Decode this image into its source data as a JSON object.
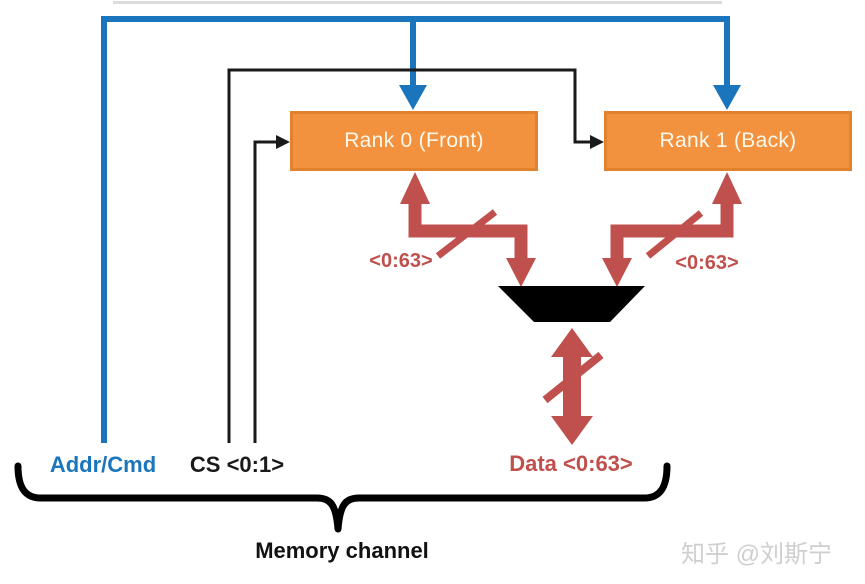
{
  "diagram": {
    "title_implicit": "Dual-rank memory channel diagram",
    "nodes": {
      "rank0_label": "Rank 0 (Front)",
      "rank1_label": "Rank 1 (Back)"
    },
    "signals": {
      "addr_cmd_label": "Addr/Cmd",
      "cs_label": "CS <0:1>",
      "bus_width_left_label": "<0:63>",
      "bus_width_right_label": "<0:63>",
      "data_label": "Data <0:63>"
    },
    "brace_label": "Memory channel",
    "colors": {
      "addr_cmd_blue": "#1B75BC",
      "cs_black": "#1A1A1A",
      "data_red": "#C0504D",
      "rank_fill_orange": "#F2923E",
      "rank_border_orange": "#E2822C",
      "mux_black": "#000000"
    }
  },
  "watermark": {
    "text": "知乎 @刘斯宁",
    "color": "#CFCFCF"
  }
}
